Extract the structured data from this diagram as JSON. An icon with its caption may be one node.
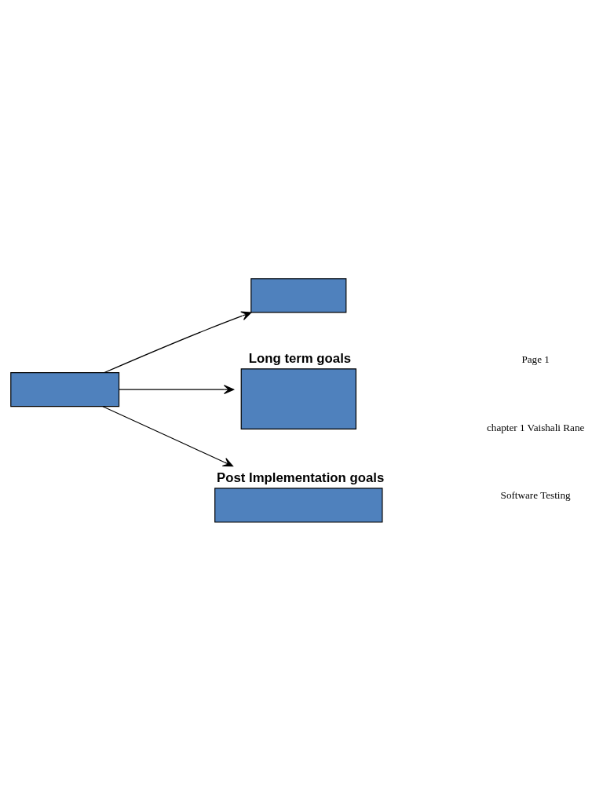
{
  "diagram": {
    "nodes": [
      {
        "text": [],
        "shape": "box"
      },
      {
        "text": [],
        "shape": "box"
      },
      {
        "text": [
          "Long term goals"
        ]
      },
      {
        "text": [
          "Post Implementation goals"
        ]
      }
    ],
    "edges": [
      {
        "from": 0,
        "to": 1,
        "arrow": "to"
      },
      {
        "from": 0,
        "to": 2,
        "arrow": "to"
      },
      {
        "from": 0,
        "to": 3,
        "arrow": "to"
      }
    ],
    "labels": [
      "Software Testing",
      "chapter 1 Vaishali Rane",
      "Page 1"
    ]
  }
}
